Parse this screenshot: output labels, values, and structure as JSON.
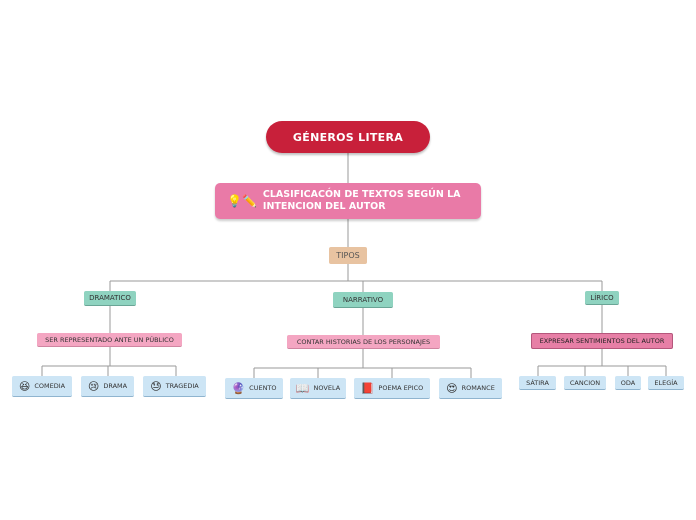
{
  "root": {
    "label": "GÉNEROS LITERA"
  },
  "main": {
    "label": "CLASIFICACÓN DE TEXTOS SEGÚN LA INTENCION DEL AUTOR",
    "icons": [
      "bulb-icon",
      "pencil-icon"
    ]
  },
  "tipos": {
    "label": "TIPOS"
  },
  "categories": {
    "dramatico": {
      "label": "DRAMATICO",
      "description": "SER REPRESENTADO ANTE UN PÚBLICO",
      "leaves": [
        {
          "label": "COMEDIA",
          "icon": "laughing-face-icon",
          "glyph": "😆"
        },
        {
          "label": "DRAMA",
          "icon": "sad-face-icon",
          "glyph": "😢"
        },
        {
          "label": "TRAGEDIA",
          "icon": "crying-face-icon",
          "glyph": "😓"
        }
      ]
    },
    "narrativo": {
      "label": "NARRATIVO",
      "description": "CONTAR HISTORIAS DE LOS PERSONAJES",
      "leaves": [
        {
          "label": "CUENTO",
          "icon": "crystal-ball-icon",
          "glyph": "🔮"
        },
        {
          "label": "NOVELA",
          "icon": "open-book-icon",
          "glyph": "📖"
        },
        {
          "label": "POEMA EPICO",
          "icon": "red-book-icon",
          "glyph": "📕"
        },
        {
          "label": "ROMANCE",
          "icon": "heart-eyes-icon",
          "glyph": "😍"
        }
      ]
    },
    "lirico": {
      "label": "LÍRICO",
      "description": "EXPRESAR SENTIMIENTOS DEL AUTOR",
      "leaves": [
        {
          "label": "SÁTIRA"
        },
        {
          "label": "CANCION"
        },
        {
          "label": "ODA"
        },
        {
          "label": "ELEGÍA"
        }
      ]
    }
  },
  "colors": {
    "root": "#c8203a",
    "main": "#e97aa7",
    "tipos": "#e8c3a1",
    "category": "#8fd3c0",
    "description": "#f4a6c2",
    "leaf": "#cde5f5",
    "connector": "#9a9a9a"
  }
}
